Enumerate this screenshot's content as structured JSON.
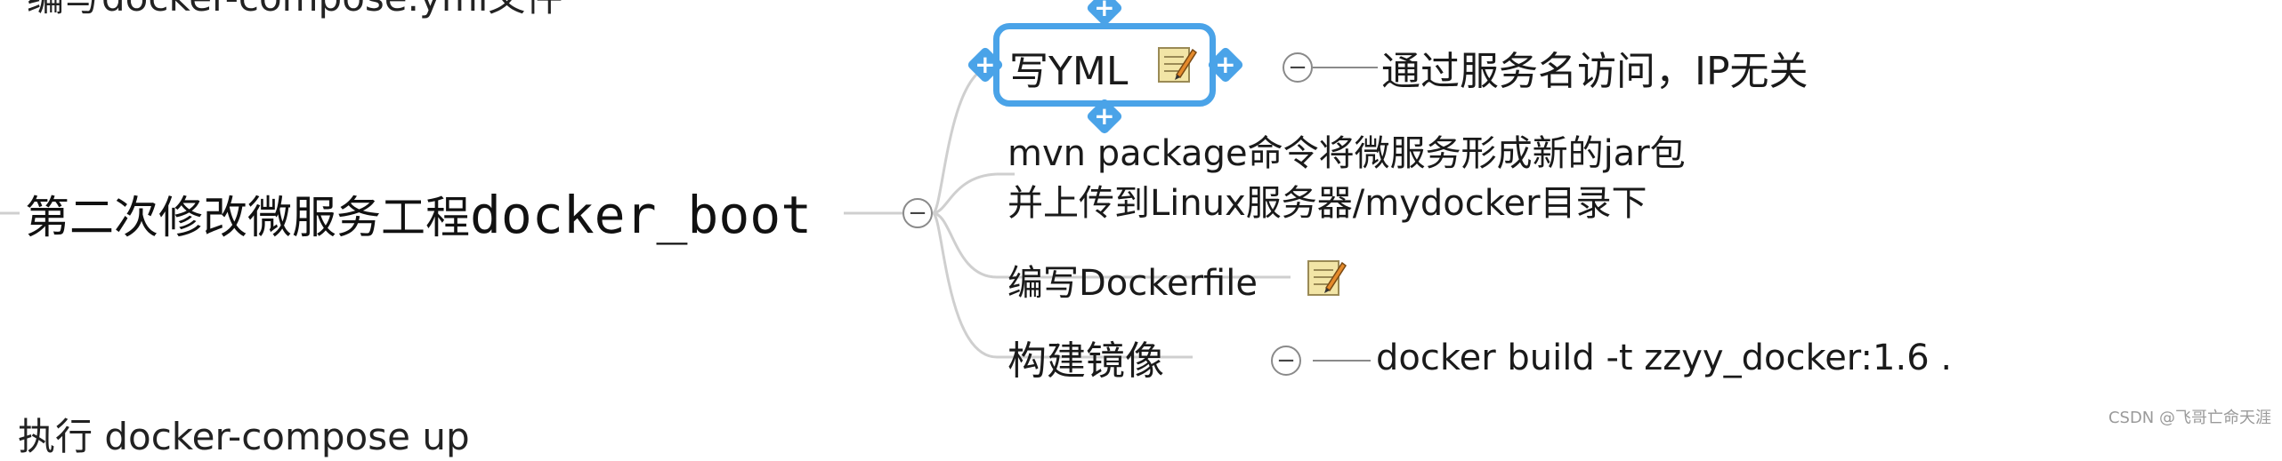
{
  "top_cut_text": "编写docker-compose.yml文件",
  "bottom_cut_text": "执行 docker-compose up",
  "main_topic": {
    "prefix": "第二次修改微服务工程",
    "suffix": "docker_boot"
  },
  "subtopics": {
    "write_yml": {
      "label": "写YML",
      "child": "通过服务名访问，IP无关"
    },
    "mvn_package": {
      "line1": "mvn package命令将微服务形成新的jar包",
      "line2": "并上传到Linux服务器/mydocker目录下"
    },
    "dockerfile": {
      "label": "编写Dockerfile"
    },
    "build_image": {
      "label": "构建镜像",
      "child": "docker build -t zzyy_docker:1.6 ."
    }
  },
  "collapse_symbol": "−",
  "expand_symbol": "+",
  "watermark": "CSDN @飞哥亡命天涯",
  "colors": {
    "selection": "#4aa3e8",
    "connector": "#cfcfcf",
    "note_body": "#f2e5a6"
  },
  "icons": [
    "note-icon",
    "collapse-icon",
    "expand-icon"
  ]
}
